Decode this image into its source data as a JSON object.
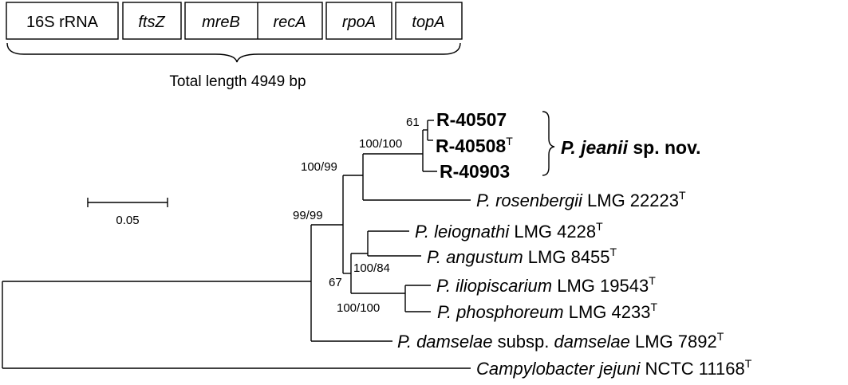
{
  "gene_blocks": [
    {
      "label": "16S rRNA",
      "italic": false
    },
    {
      "label": "ftsZ",
      "italic": true
    },
    {
      "label": "mreB",
      "italic": true
    },
    {
      "label": "recA",
      "italic": true
    },
    {
      "label": "rpoA",
      "italic": true
    },
    {
      "label": "topA",
      "italic": true
    }
  ],
  "total_length_label": "Total length 4949 bp",
  "scale_bar": {
    "value": 0.05,
    "label": "0.05"
  },
  "bootstrap": {
    "n_r40507": "61",
    "n_jeanii": "100/100",
    "n_jeanii_rosen": "100/99",
    "n_root_photo": "99/99",
    "n_leio_ang": "100/84",
    "n_group2": "67",
    "n_ilio_phos": "100/100"
  },
  "taxa": {
    "r40507": {
      "prefix": "R-40507",
      "sup": ""
    },
    "r40508": {
      "prefix": "R-40508",
      "sup": "T"
    },
    "r40903": {
      "prefix": "R-40903",
      "sup": ""
    },
    "jeanii_group": {
      "italic": "P. jeanii",
      "rest": " sp. nov."
    },
    "rosenbergii": {
      "italic": "P. rosenbergii",
      "rest": " LMG 22223",
      "sup": "T"
    },
    "leiognathi": {
      "italic": "P. leiognathi",
      "rest": " LMG 4228",
      "sup": "T"
    },
    "angustum": {
      "italic": "P. angustum",
      "rest": " LMG 8455",
      "sup": "T"
    },
    "iliopiscarium": {
      "italic": "P. iliopiscarium",
      "rest": " LMG 19543",
      "sup": "T"
    },
    "phosphoreum": {
      "italic": "P. phosphoreum",
      "rest": " LMG 4233",
      "sup": "T"
    },
    "damselae": {
      "italic1": "P. damselae",
      "mid": " subsp. ",
      "italic2": "damselae",
      "rest": " LMG 7892",
      "sup": "T"
    },
    "campylobacter": {
      "italic": "Campylobacter jejuni",
      "rest": " NCTC 11168",
      "sup": "T"
    }
  }
}
